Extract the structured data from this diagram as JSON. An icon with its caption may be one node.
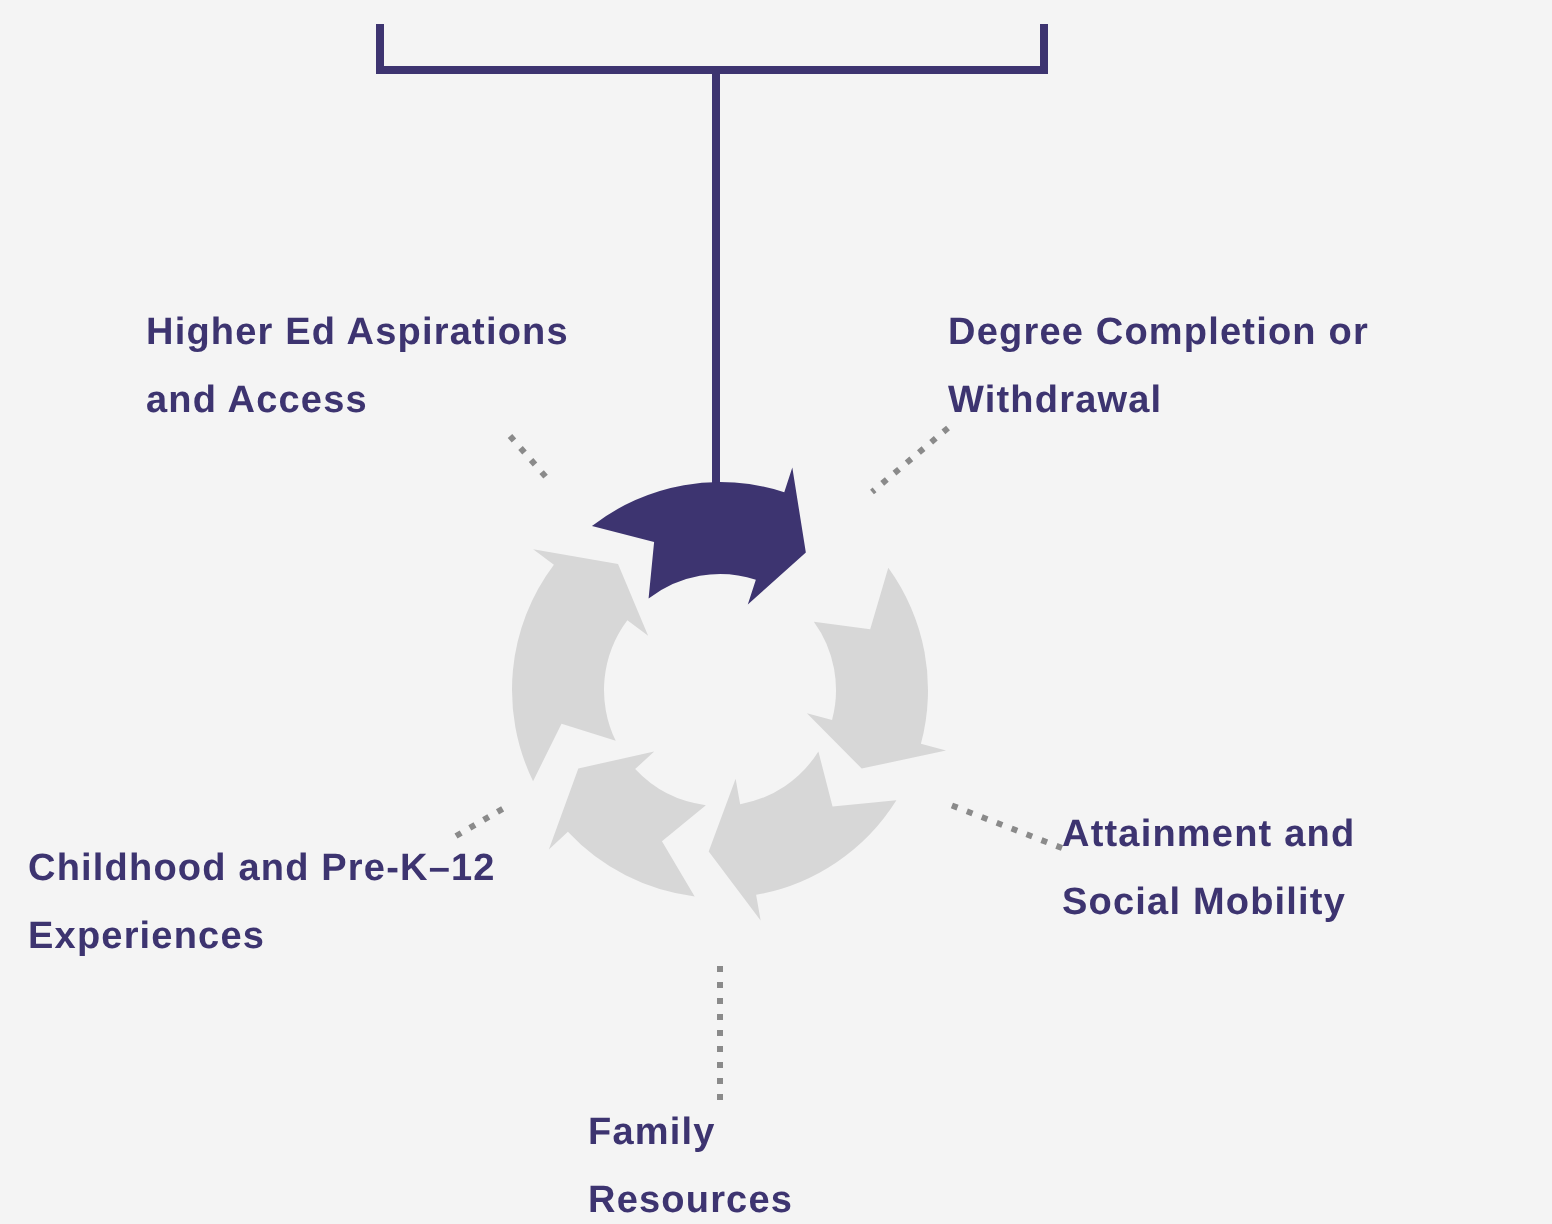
{
  "diagram": {
    "nodes": [
      {
        "text": [
          "Higher Ed Aspirations and Access"
        ]
      },
      {
        "text": [
          "Degree Completion or Withdrawal"
        ]
      },
      {
        "text": [],
        "shape": "arrow"
      },
      {
        "text": [],
        "shape": "arrow"
      },
      {
        "text": [],
        "shape": "arrow"
      },
      {
        "text": [
          "Attainment and Social Mobility"
        ]
      },
      {
        "text": [
          "Childhood and Pre-K–12 Experiences"
        ]
      },
      {
        "text": [],
        "shape": "arrow"
      },
      {
        "text": [],
        "shape": "arrow"
      },
      {
        "text": [
          "Family Resources"
        ]
      }
    ],
    "edges": [
      {
        "from": 0,
        "to": null,
        "arrow": "none",
        "style": "dashed"
      },
      {
        "from": 1,
        "to": null,
        "arrow": "none",
        "style": "dashed"
      },
      {
        "from": 5,
        "to": null,
        "arrow": "none",
        "style": "dashed"
      },
      {
        "from": 9,
        "to": null,
        "arrow": "none",
        "style": "dashed"
      },
      {
        "from": 6,
        "to": null,
        "arrow": "none",
        "style": "dashed"
      }
    ]
  }
}
